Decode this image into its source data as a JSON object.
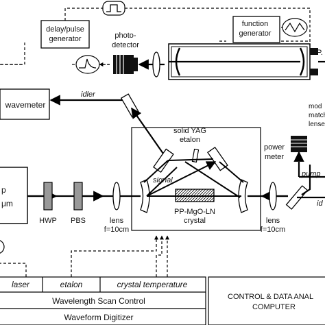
{
  "labels": {
    "delay_line1": "delay/pulse",
    "delay_line2": "generator",
    "function_line1": "function",
    "function_line2": "generator",
    "photo_line1": "photo-",
    "photo_line2": "detector",
    "pzt": "P.",
    "wavemeter": "wavemeter",
    "idler_top": "idler",
    "idler_right": "id",
    "etalon_line1": "solid YAG",
    "etalon_line2": "etalon",
    "power_line1": "power",
    "power_line2": "meter",
    "mode_line1": "mod",
    "mode_line2": "match",
    "mode_line3": "lense",
    "signal": "signal",
    "pump": "pump",
    "crystal_line1": "PP-MgO-LN",
    "crystal_line2": "crystal",
    "laser_line1": "p",
    "laser_line2": "μm",
    "hwp": "HWP",
    "pbs": "PBS",
    "lens_left_line1": "lens",
    "lens_left_line2": "f=10cm",
    "lens_right_line1": "lens",
    "lens_right_line2": "f=10cm"
  },
  "control": {
    "laser": "laser",
    "etalon": "etalon",
    "crystal_temperature": "crystal temperature",
    "wavelength_scan": "Wavelength Scan Control",
    "waveform_digitizer": "Waveform Digitizer",
    "ctrl_line1": "CONTROL & DATA ANAL",
    "ctrl_line2": "COMPUTER"
  }
}
